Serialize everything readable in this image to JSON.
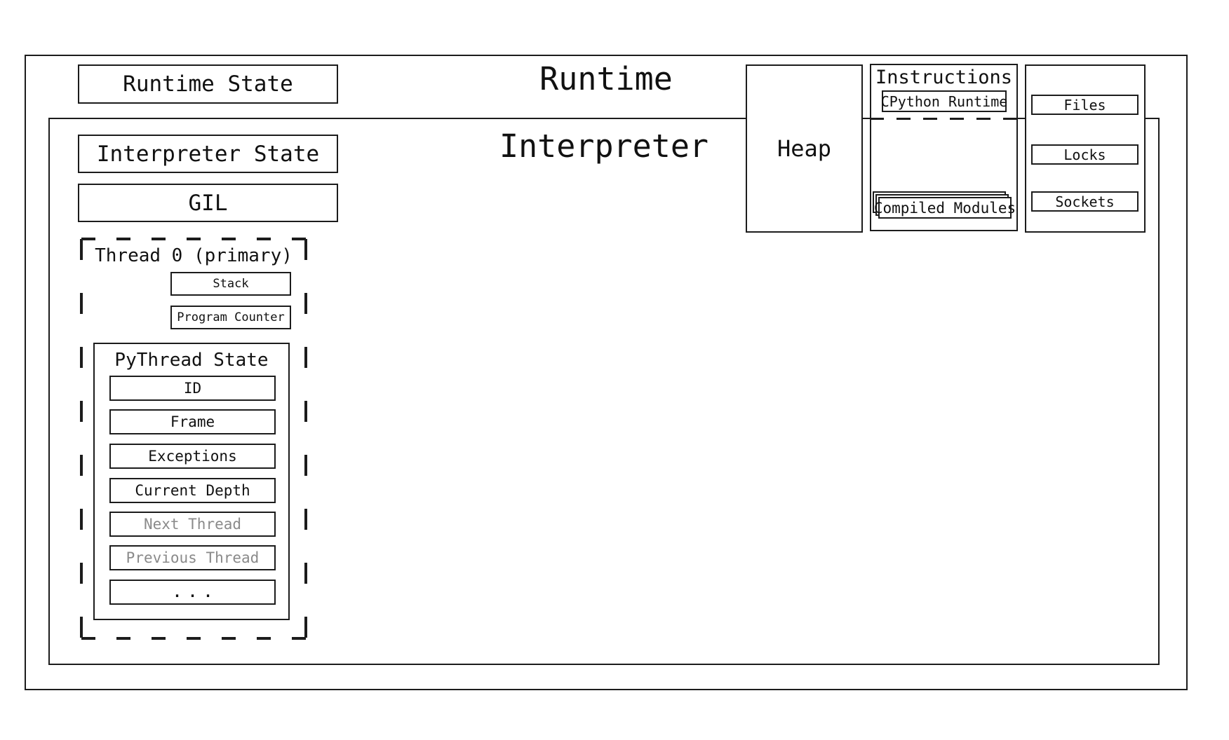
{
  "runtime": {
    "title": "Runtime",
    "state_label": "Runtime State"
  },
  "interpreter": {
    "title": "Interpreter",
    "state_label": "Interpreter State",
    "gil_label": "GIL"
  },
  "thread": {
    "title": "Thread 0 (primary)",
    "stack_label": "Stack",
    "program_counter_label": "Program Counter",
    "pythread": {
      "title": "PyThread State",
      "items": [
        {
          "label": "ID"
        },
        {
          "label": "Frame"
        },
        {
          "label": "Exceptions"
        },
        {
          "label": "Current Depth"
        },
        {
          "label": "Next Thread"
        },
        {
          "label": "Previous Thread"
        },
        {
          "label": "..."
        }
      ]
    }
  },
  "heap": {
    "label": "Heap"
  },
  "instructions": {
    "title": "Instructions",
    "cpython_runtime_label": "CPython Runtime",
    "compiled_modules_label": "Compiled Modules"
  },
  "resources": {
    "files_label": "Files",
    "locks_label": "Locks",
    "sockets_label": "Sockets"
  },
  "colors": {
    "stroke": "#1c1c1c",
    "text": "#111111",
    "muted_text": "#8a8a8a",
    "background": "#ffffff"
  }
}
